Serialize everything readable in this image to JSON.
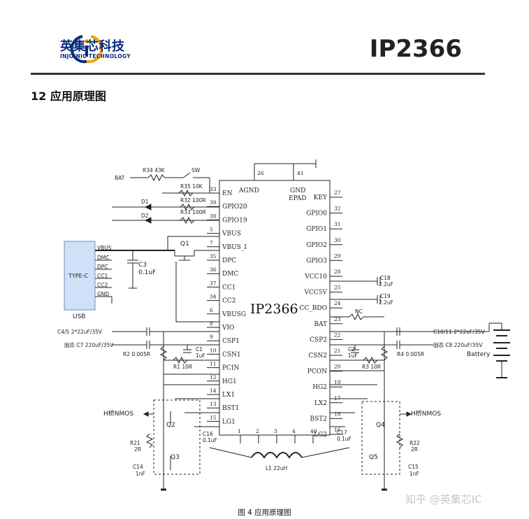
{
  "header": {
    "logo_cn": "英集芯科技",
    "logo_en": "INJOINIC TECHNOLOGY",
    "chip": "IP2366"
  },
  "section_title": "12 应用原理图",
  "ic": {
    "name": "IP2366",
    "left_pins": [
      {
        "num": "33",
        "name": "EN"
      },
      {
        "num": "39",
        "name": "GPIO20"
      },
      {
        "num": "38",
        "name": "GPIO19"
      },
      {
        "num": "5",
        "name": "VBUS"
      },
      {
        "num": "7",
        "name": "VBUS_I"
      },
      {
        "num": "35",
        "name": "DPC"
      },
      {
        "num": "36",
        "name": "DMC"
      },
      {
        "num": "37",
        "name": "CC1"
      },
      {
        "num": "34",
        "name": "CC2"
      },
      {
        "num": "6",
        "name": "VBUSG"
      },
      {
        "num": "8",
        "name": "VIO"
      },
      {
        "num": "9",
        "name": "CSP1"
      },
      {
        "num": "10",
        "name": "CSN1"
      },
      {
        "num": "11",
        "name": "PCIN"
      },
      {
        "num": "12",
        "name": "HG1"
      },
      {
        "num": "14",
        "name": "LX1"
      },
      {
        "num": "13",
        "name": "BST1"
      },
      {
        "num": "15",
        "name": "LG1"
      }
    ],
    "right_pins": [
      {
        "num": "27",
        "name": "KEY"
      },
      {
        "num": "32",
        "name": "GPIO0"
      },
      {
        "num": "31",
        "name": "GPIO1"
      },
      {
        "num": "30",
        "name": "GPIO2"
      },
      {
        "num": "29",
        "name": "GPIO3"
      },
      {
        "num": "28",
        "name": "VCC10"
      },
      {
        "num": "25",
        "name": "VCC5V"
      },
      {
        "num": "24",
        "name": "CC_BDO"
      },
      {
        "num": "23",
        "name": "BAT"
      },
      {
        "num": "22",
        "name": "CSP2"
      },
      {
        "num": "21",
        "name": "CSN2"
      },
      {
        "num": "20",
        "name": "PCON"
      },
      {
        "num": "19",
        "name": "HG2"
      },
      {
        "num": "17",
        "name": "LX2"
      },
      {
        "num": "18",
        "name": "BST2"
      },
      {
        "num": "16",
        "name": "LG2"
      }
    ],
    "top_pins": [
      {
        "num": "26",
        "name": "AGND"
      },
      {
        "num": "41",
        "name": "GND"
      },
      {
        "num": "",
        "name": "EPAD"
      }
    ],
    "bottom_pins": [
      "1",
      "2",
      "3",
      "4",
      "40"
    ]
  },
  "labels": {
    "bat": "BAT",
    "r34": "R34 43K",
    "sw": "SW",
    "r35": "R35 10K",
    "r32": "R32 100R",
    "r33": "R33 100R",
    "d1": "D1",
    "d2": "D2",
    "q1": "Q1",
    "c3": "C3",
    "c3v": "0.1uF",
    "typec": "TYPE-C",
    "usb": "USB",
    "vbus": "VBUS",
    "dmc": "DMC",
    "dpc": "DPC",
    "cc1": "CC1",
    "cc2": "CC2",
    "gnd": "GND",
    "c45": "C4/5 2*22uF/35V",
    "c7": "固态 C7 220uF/35V",
    "r2": "R2 0.005R",
    "c1": "C1",
    "c1v": "1uF",
    "r1": "R1 10R",
    "hbridge": "H桥NMOS",
    "q2": "Q2",
    "q3": "Q3",
    "c16": "C16",
    "c16v": "0.1uF",
    "r21": "R21",
    "r21v": "2R",
    "c14": "C14",
    "c14v": "1nF",
    "l1": "L1 22uH",
    "c17": "C17",
    "c17v": "0.1uF",
    "q4": "Q4",
    "q5": "Q5",
    "r22": "R22",
    "r22v": "2R",
    "c15": "C15",
    "c15v": "1nF",
    "c18": "C18",
    "c18v": "2.2uF",
    "c19": "C19",
    "c19v": "2.2uF",
    "nc": "NC",
    "c1011": "C10/11 2*22uF/35V",
    "c8": "固态 C8 220uF/35V",
    "c2": "C2",
    "c2v": "1uF",
    "r3": "R3 10R",
    "r4": "R4 0.005R",
    "battery": "Battery"
  },
  "caption": "图 4 应用原理图",
  "watermark": "知乎 @英集芯IC",
  "brand_color": "#0b2c7c"
}
